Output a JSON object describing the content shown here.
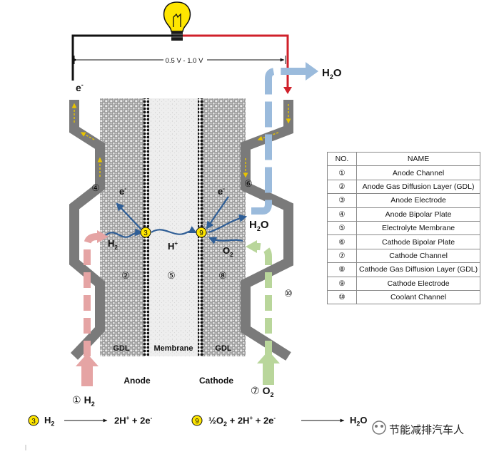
{
  "voltage_label": "0.5 V - 1.0 V",
  "electron_top": "e",
  "electron_sup": "-",
  "h2o_top": "H",
  "h2o_top_sub": "2",
  "h2o_top_tail": "O",
  "h2o_mid": "H",
  "h2o_mid_sub": "2",
  "h2o_mid_tail": "O",
  "e_minus_left": "e",
  "e_minus_right": "e",
  "minus": "-",
  "h2_mid": "H",
  "h2_mid_sub": "2",
  "o2_mid": "O",
  "o2_mid_sub": "2",
  "h_plus": "H",
  "plus": "+",
  "gdl_left": "GDL",
  "membrane": "Membrane",
  "gdl_right": "GDL",
  "anode": "Anode",
  "cathode": "Cathode",
  "markers": {
    "m1": "①",
    "m2": "②",
    "m3": "③",
    "m4": "④",
    "m5": "⑤",
    "m6": "⑥",
    "m7": "⑦",
    "m8": "⑧",
    "m9": "⑨",
    "m10": "⑩",
    "m3_num": "3",
    "m9_num": "9"
  },
  "h2_inlet": "H",
  "h2_inlet_sub": "2",
  "o2_inlet": "O",
  "o2_inlet_sub": "2",
  "legend": {
    "head_no": "NO.",
    "head_name": "NAME",
    "rows": [
      {
        "no": "①",
        "name": "Anode Channel"
      },
      {
        "no": "②",
        "name": "Anode Gas Diffusion Layer (GDL)"
      },
      {
        "no": "③",
        "name": "Anode Electrode"
      },
      {
        "no": "④",
        "name": "Anode Bipolar Plate"
      },
      {
        "no": "⑤",
        "name": "Electrolyte Membrane"
      },
      {
        "no": "⑥",
        "name": "Cathode Bipolar Plate"
      },
      {
        "no": "⑦",
        "name": "Cathode Channel"
      },
      {
        "no": "⑧",
        "name": "Cathode Gas Diffusion Layer (GDL)"
      },
      {
        "no": "⑨",
        "name": "Cathode Electrode"
      },
      {
        "no": "⑩",
        "name": "Coolant Channel"
      }
    ]
  },
  "eq1": {
    "marker": "3",
    "lhs": "H",
    "lhs_sub": "2",
    "rhs_a": "2H",
    "rhs_a_sup": "+",
    "plus": " + ",
    "rhs_b": "2e",
    "rhs_b_sup": "-"
  },
  "eq2": {
    "marker": "9",
    "lhs_a": "½O",
    "lhs_a_sub": "2",
    "plus1": " + ",
    "lhs_b": "2H",
    "lhs_b_sup": "+",
    "plus2": " + ",
    "lhs_c": "2e",
    "lhs_c_sup": "-",
    "rhs": "H",
    "rhs_sub": "2",
    "rhs_tail": "O"
  },
  "watermark": "节能减排汽车人",
  "colors": {
    "plate": "#7a7a7a",
    "wire_red": "#d0202a",
    "h2_pink": "#e5a4a4",
    "o2_green": "#b9d69b",
    "h2o_blue": "#9bbbdc",
    "arrow_blue": "#2f5e96",
    "bulb_yellow": "#ffe600"
  }
}
